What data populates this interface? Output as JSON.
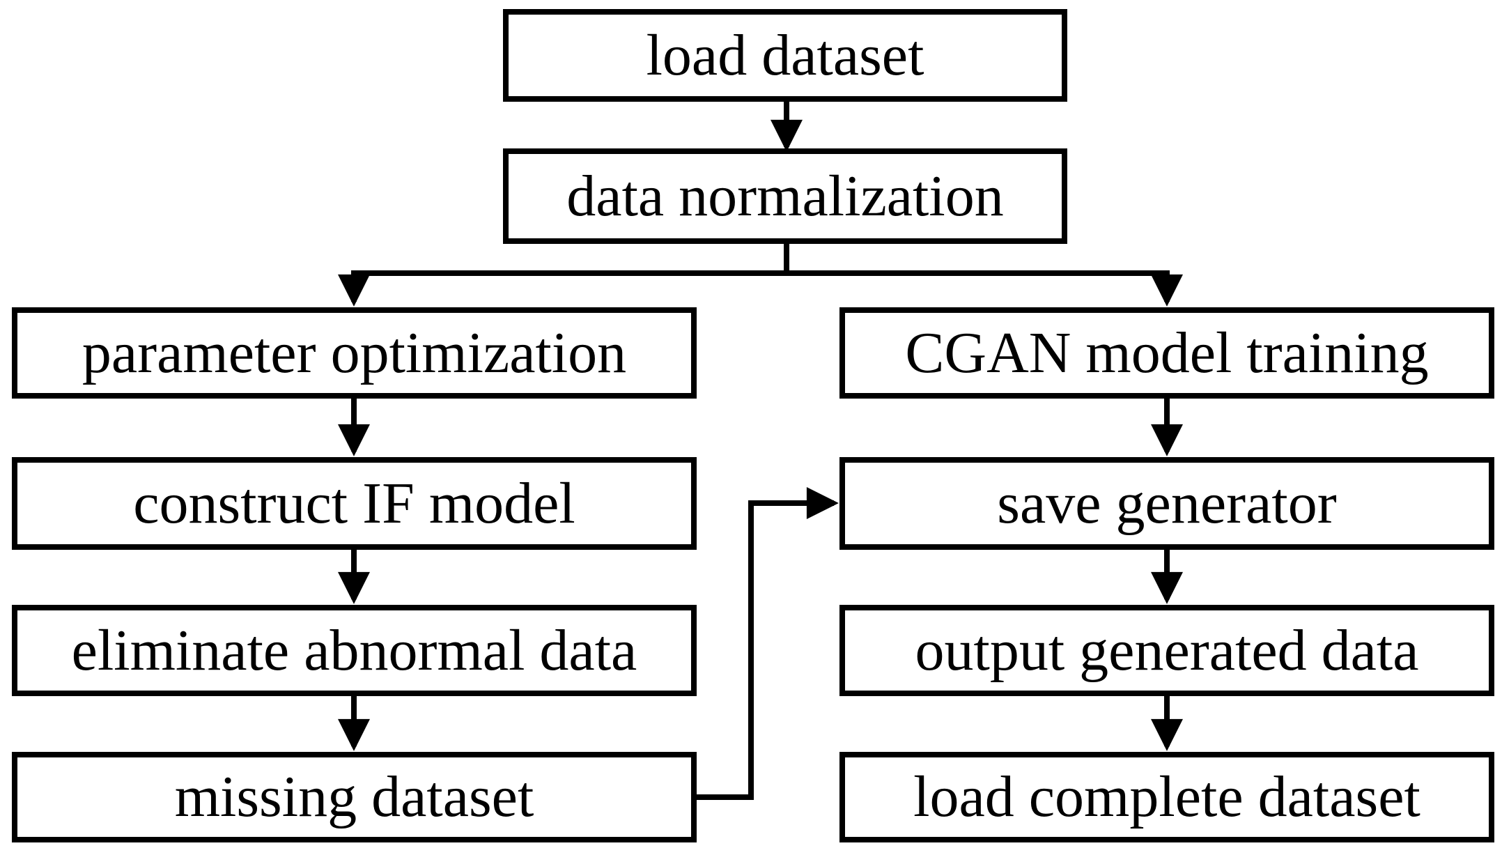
{
  "diagram": {
    "type": "flowchart",
    "background_color": "#ffffff",
    "line_color": "#000000",
    "box_fill_color": "#ffffff",
    "text_color": "#000000",
    "nodes": {
      "load_dataset": "load dataset",
      "data_normalization": "data normalization",
      "parameter_optimization": "parameter optimization",
      "construct_if_model": "construct IF model",
      "eliminate_abnormal_data": "eliminate abnormal data",
      "missing_dataset": "missing dataset",
      "cgan_model_training": "CGAN model training",
      "save_generator": "save generator",
      "output_generated_data": "output generated data",
      "load_complete_dataset": "load complete dataset"
    },
    "edges": [
      {
        "from": "load dataset",
        "to": "data normalization"
      },
      {
        "from": "data normalization",
        "to": "parameter optimization"
      },
      {
        "from": "data normalization",
        "to": "CGAN model training"
      },
      {
        "from": "parameter optimization",
        "to": "construct IF model"
      },
      {
        "from": "construct IF model",
        "to": "eliminate abnormal data"
      },
      {
        "from": "eliminate abnormal data",
        "to": "missing dataset"
      },
      {
        "from": "missing dataset",
        "to": "save generator"
      },
      {
        "from": "CGAN model training",
        "to": "save generator"
      },
      {
        "from": "save generator",
        "to": "output generated data"
      },
      {
        "from": "output generated data",
        "to": "load complete dataset"
      }
    ]
  }
}
